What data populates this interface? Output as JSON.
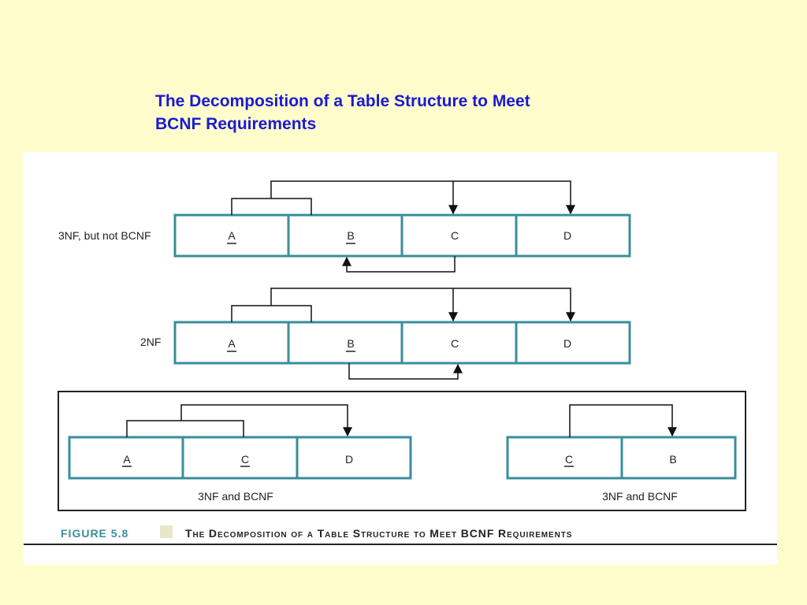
{
  "slide": {
    "title_line1": "The Decomposition of a Table Structure to Meet",
    "title_line2": "BCNF Requirements"
  },
  "diagram": {
    "rows": [
      {
        "label": "3NF, but not BCNF",
        "attributes": [
          "A",
          "B",
          "C",
          "D"
        ],
        "key": [
          "A",
          "B"
        ]
      },
      {
        "label": "2NF",
        "attributes": [
          "A",
          "B",
          "C",
          "D"
        ],
        "key": [
          "A",
          "B"
        ]
      }
    ],
    "decomposed": [
      {
        "attributes": [
          "A",
          "C",
          "D"
        ],
        "key": [
          "A",
          "C"
        ],
        "caption": "3NF and BCNF"
      },
      {
        "attributes": [
          "C",
          "B"
        ],
        "key": [
          "C"
        ],
        "caption": "3NF and BCNF"
      }
    ],
    "figure_number": "FIGURE 5.8",
    "figure_caption": "The Decomposition of a Table Structure to Meet BCNF Requirements"
  },
  "colors": {
    "background": "#fffdcc",
    "title": "#1a1ad4",
    "box_border": "#3a8e9c",
    "figure_label": "#3a8e9c",
    "caption_swatch": "#e8e6c8"
  }
}
